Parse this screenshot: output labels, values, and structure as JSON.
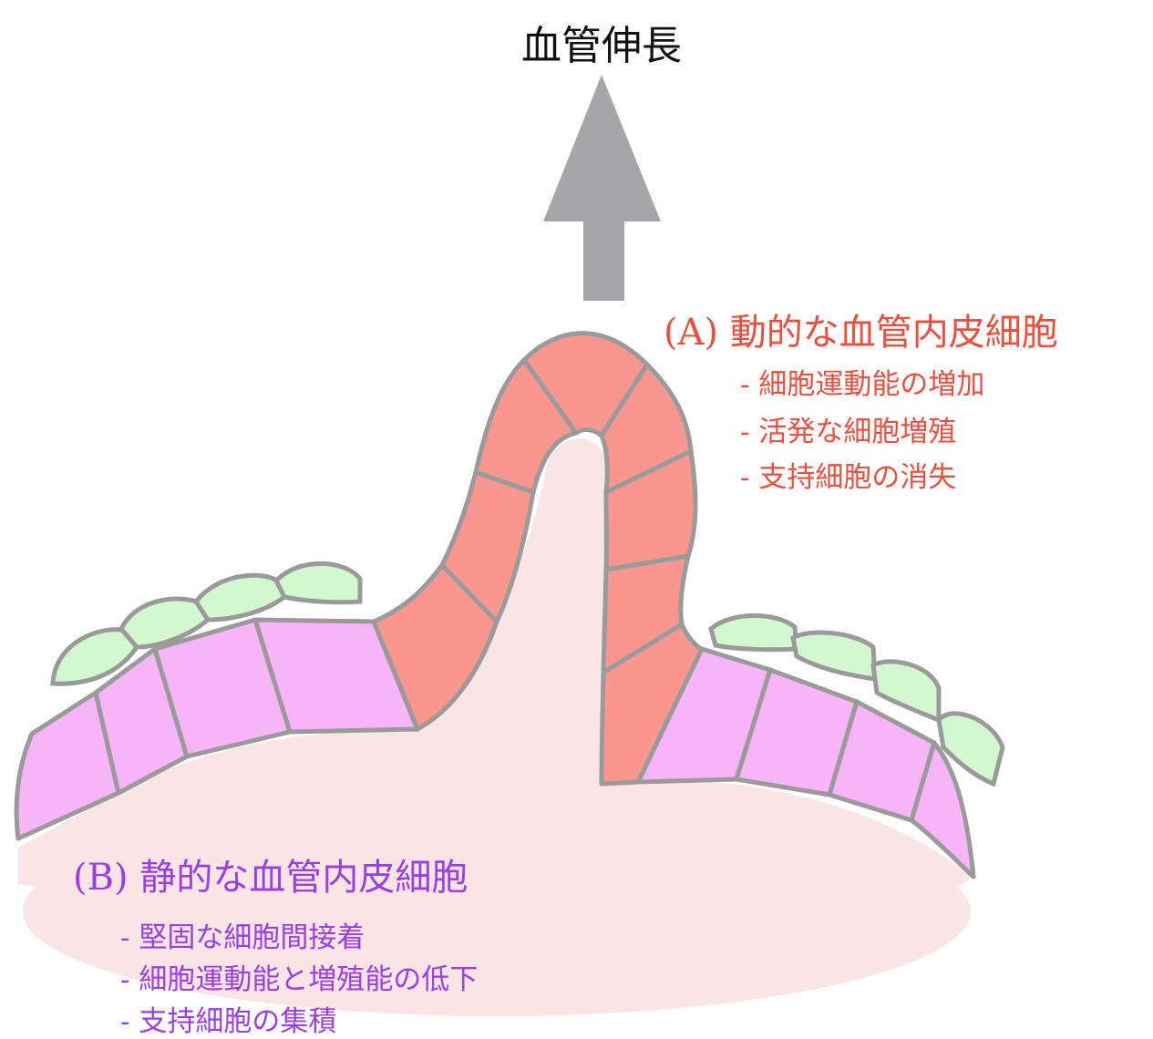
{
  "title": "血管伸長",
  "groupA": {
    "heading": "(A) 動的な血管内皮細胞",
    "items": [
      "- 細胞運動能の増加",
      "- 活発な細胞増殖",
      "- 支持細胞の消失"
    ]
  },
  "groupB": {
    "heading": "(B) 静的な血管内皮細胞",
    "items": [
      "- 堅固な細胞間接着",
      "- 細胞運動能と増殖能の低下",
      "- 支持細胞の集積"
    ]
  },
  "colors": {
    "arrow": "#a6a6aa",
    "active_cells": "#f89690",
    "quiescent_cells": "#f7b4f7",
    "support_cells": "#d3f8cf",
    "lumen": "#f9e5e5",
    "outline": "#9a9a9a",
    "label_a": "#e8503f",
    "label_b": "#9b3fe0"
  }
}
